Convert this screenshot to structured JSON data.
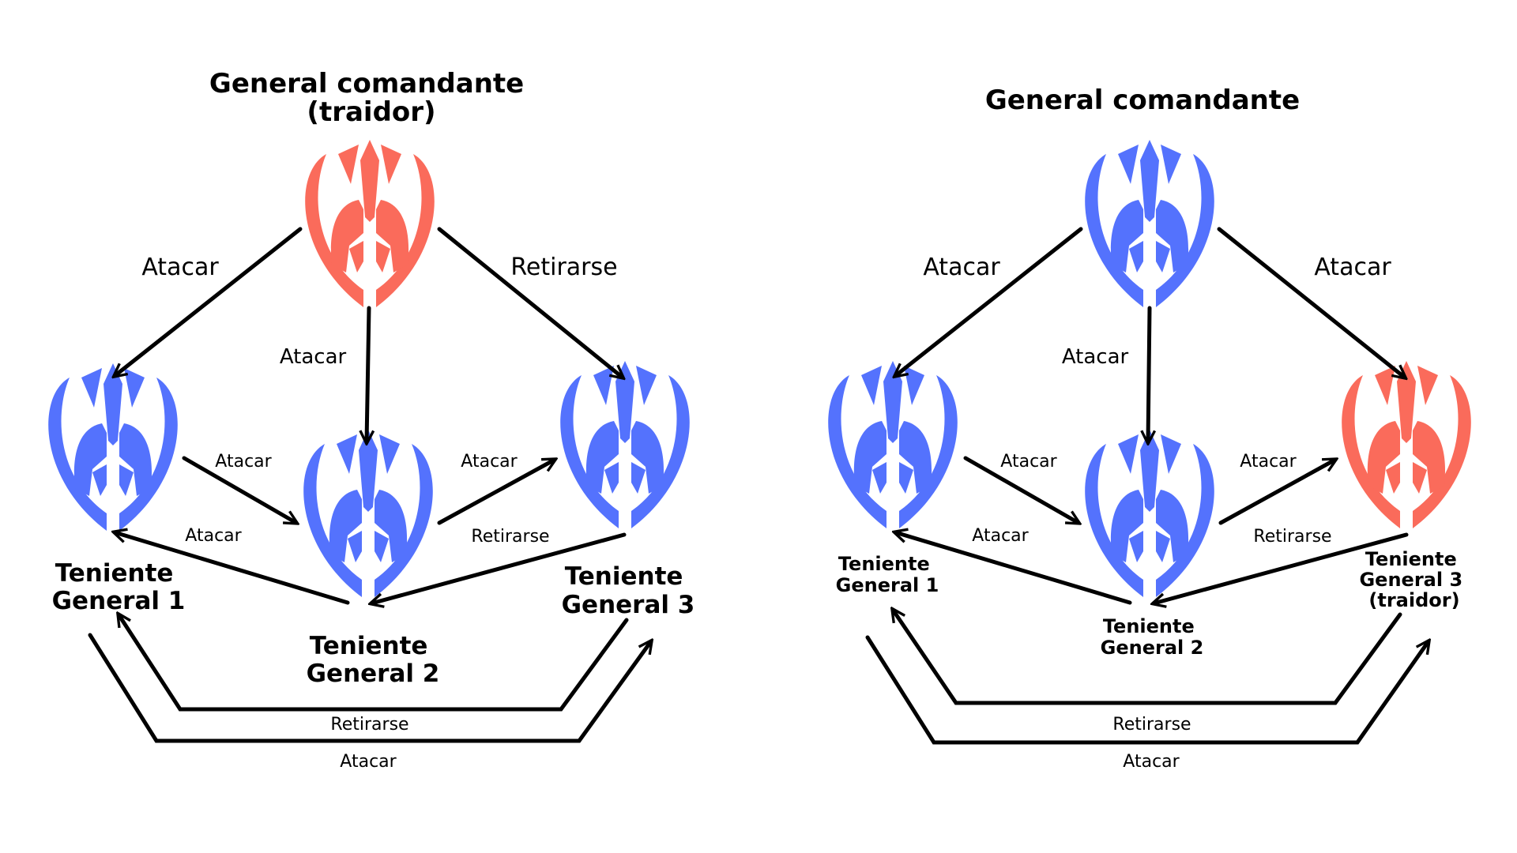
{
  "colors": {
    "loyal": "#5472FD",
    "traitor": "#FA6B5B",
    "ink": "#000000"
  },
  "icons": {
    "general": "spartan-helmet-shield-icon"
  },
  "left": {
    "title": [
      "General comandante",
      "(traidor)"
    ],
    "commander_role": "traitor",
    "nodes": {
      "lt1": {
        "label": [
          "Teniente",
          "General 1"
        ],
        "role": "loyal"
      },
      "lt2": {
        "label": [
          "Teniente",
          "General 2"
        ],
        "role": "loyal"
      },
      "lt3": {
        "label": [
          "Teniente",
          "General 3"
        ],
        "role": "loyal"
      }
    },
    "edges": {
      "cmd_lt1": "Atacar",
      "cmd_lt2": "Atacar",
      "cmd_lt3": "Retirarse",
      "lt1_lt2": "Atacar",
      "lt2_lt1": "Atacar",
      "lt2_lt3": "Atacar",
      "lt3_lt2": "Retirarse",
      "lt3_lt1": "Retirarse",
      "lt1_lt3": "Atacar"
    }
  },
  "right": {
    "title": [
      "General comandante"
    ],
    "commander_role": "loyal",
    "nodes": {
      "lt1": {
        "label": [
          "Teniente",
          "General 1"
        ],
        "role": "loyal"
      },
      "lt2": {
        "label": [
          "Teniente",
          "General 2"
        ],
        "role": "loyal"
      },
      "lt3": {
        "label": [
          "Teniente",
          "General 3",
          "(traidor)"
        ],
        "role": "traitor"
      }
    },
    "edges": {
      "cmd_lt1": "Atacar",
      "cmd_lt2": "Atacar",
      "cmd_lt3": "Atacar",
      "lt1_lt2": "Atacar",
      "lt2_lt1": "Atacar",
      "lt2_lt3": "Atacar",
      "lt3_lt2": "Retirarse",
      "lt3_lt1": "Retirarse",
      "lt1_lt3": "Atacar"
    }
  }
}
